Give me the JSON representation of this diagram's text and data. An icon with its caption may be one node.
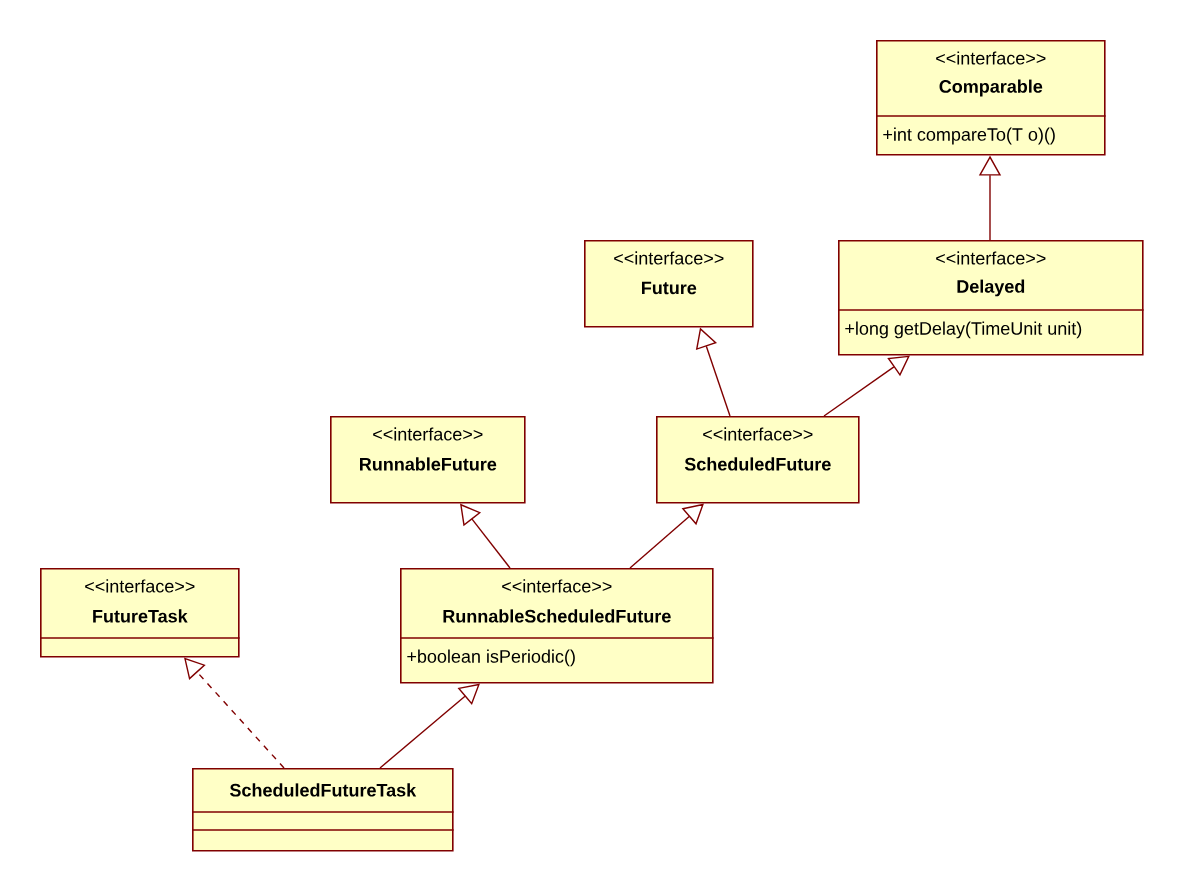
{
  "diagram": {
    "nodes": [
      {
        "text": [
          "<<interface>>",
          "Comparable",
          "+int compareTo(T o)()"
        ]
      },
      {
        "text": [
          "<<interface>>",
          "Future"
        ]
      },
      {
        "text": [
          "<<interface>>",
          "Delayed",
          "+long getDelay(TimeUnit unit)"
        ]
      },
      {
        "text": [
          "<<interface>>",
          "RunnableFuture"
        ]
      },
      {
        "text": [
          "<<interface>>",
          "ScheduledFuture"
        ]
      },
      {
        "text": [
          "<<interface>>",
          "FutureTask"
        ]
      },
      {
        "text": [
          "<<interface>>",
          "RunnableScheduledFuture",
          "+boolean isPeriodic()"
        ]
      },
      {
        "text": [
          "ScheduledFutureTask"
        ]
      }
    ],
    "edges": [
      {
        "from": 2,
        "to": 0,
        "arrow": "to"
      },
      {
        "from": 4,
        "to": 1,
        "arrow": "to"
      },
      {
        "from": 4,
        "to": 2,
        "arrow": "to"
      },
      {
        "from": 6,
        "to": 3,
        "arrow": "to"
      },
      {
        "from": 6,
        "to": 4,
        "arrow": "to"
      },
      {
        "from": 7,
        "to": 5,
        "arrow": "to",
        "style": "dashed"
      },
      {
        "from": 7,
        "to": 6,
        "arrow": "to"
      }
    ]
  }
}
